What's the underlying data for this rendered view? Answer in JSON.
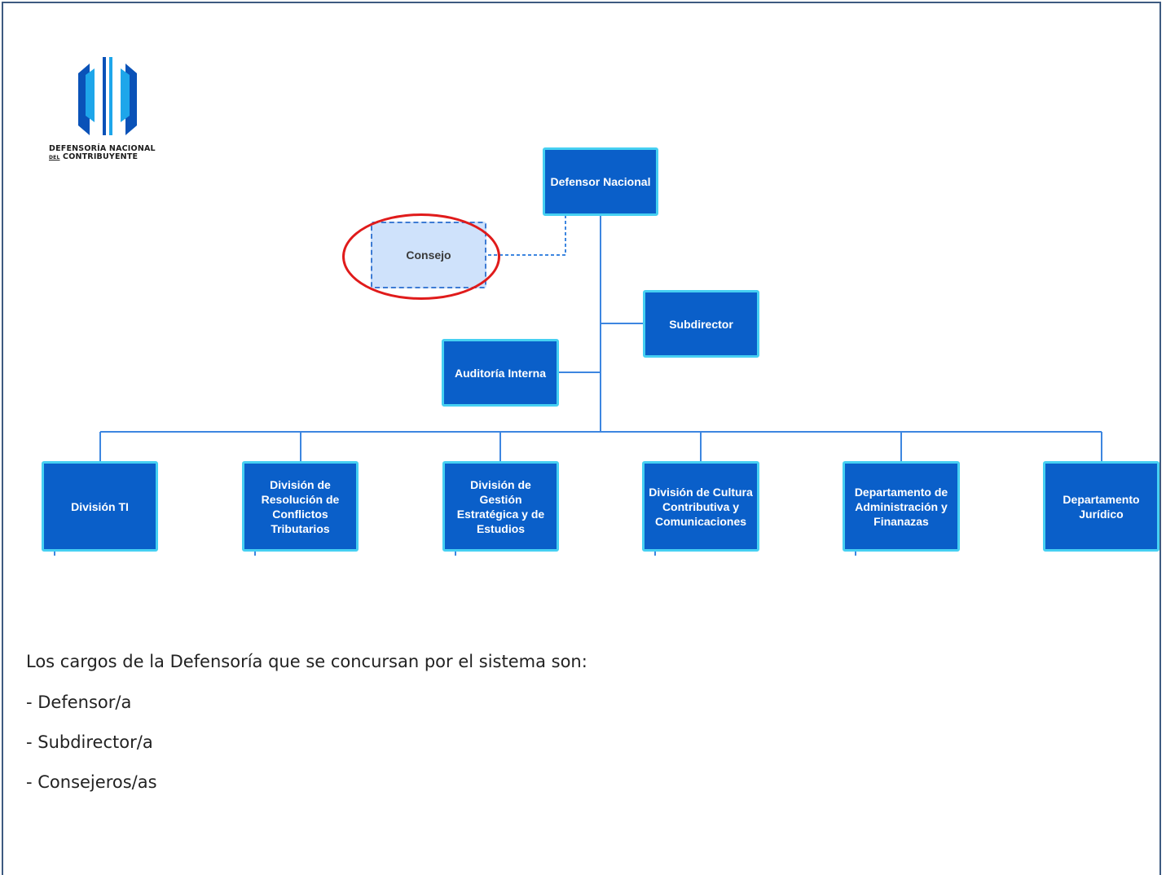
{
  "logo": {
    "line1": "DEFENSORÍA NACIONAL",
    "line2_small": "DEL",
    "line2": "CONTRIBUYENTE",
    "colors": {
      "dark": "#0a52b8",
      "light": "#1ea6ea"
    }
  },
  "orgchart": {
    "defensor": "Defensor Nacional",
    "consejo": "Consejo",
    "subdirector": "Subdirector",
    "auditoria": "Auditoría Interna",
    "divisions": [
      "División TI",
      "División de Resolución  de Conflictos Tributarios",
      "División de Gestión Estratégica y de Estudios",
      "División de Cultura Contributiva y Comunicaciones",
      "Departamento de Administración y Finanazas",
      "Departamento Jurídico"
    ]
  },
  "body_text": {
    "intro": "Los cargos de la Defensoría que se concursan por el sistema son:",
    "items": [
      "- Defensor/a",
      "- Subdirector/a",
      "- Consejeros/as"
    ]
  },
  "colors": {
    "box_fill": "#0a5fc9",
    "box_border": "#46d0f2",
    "consejo_fill": "#cfe2fb",
    "highlight": "#e01b1b",
    "line": "#3d86e0"
  }
}
